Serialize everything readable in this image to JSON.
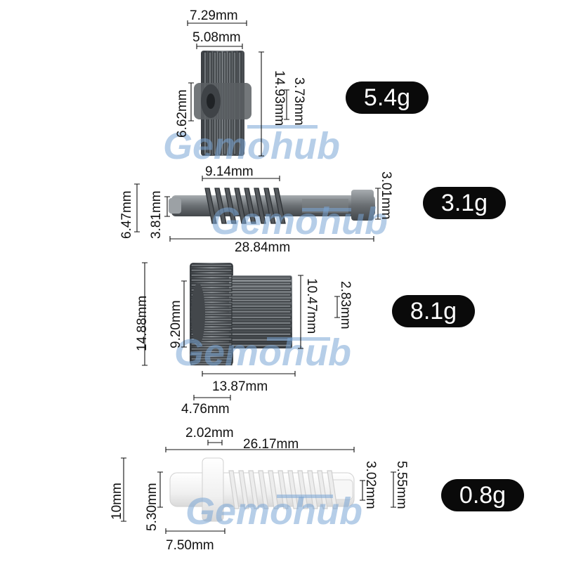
{
  "watermark": "Gemohub",
  "colors": {
    "metal": "#5f6468",
    "metal_dark": "#3a3e42",
    "metal_light": "#9ea3a7",
    "plastic": "#f4f4f4",
    "badge": "#0a0a0a",
    "watermark": "#7aa6d6"
  },
  "parts": [
    {
      "weight": "5.4g",
      "dims": {
        "top_width": "7.29mm",
        "tooth_width": "5.08mm",
        "outer_dia": "14.93mm",
        "hub_dia": "6.62mm",
        "bore_dia": "3.73mm"
      }
    },
    {
      "weight": "3.1g",
      "dims": {
        "worm_length": "9.14mm",
        "worm_dia": "6.47mm",
        "shaft_dia": "3.81mm",
        "tip_dia": "3.01mm",
        "total_length": "28.84mm"
      }
    },
    {
      "weight": "8.1g",
      "dims": {
        "outer_dia": "14.88mm",
        "inner_dia": "9.20mm",
        "pinion_dia": "10.47mm",
        "bore_dia": "2.83mm",
        "pinion_length": "13.87mm",
        "gear_width": "4.76mm"
      }
    },
    {
      "weight": "0.8g",
      "dims": {
        "collar_width": "2.02mm",
        "total_length": "26.17mm",
        "flange_dia": "10mm",
        "body_dia": "5.30mm",
        "tip_dia": "3.02mm",
        "worm_dia": "5.55mm",
        "base_length": "7.50mm"
      }
    }
  ]
}
